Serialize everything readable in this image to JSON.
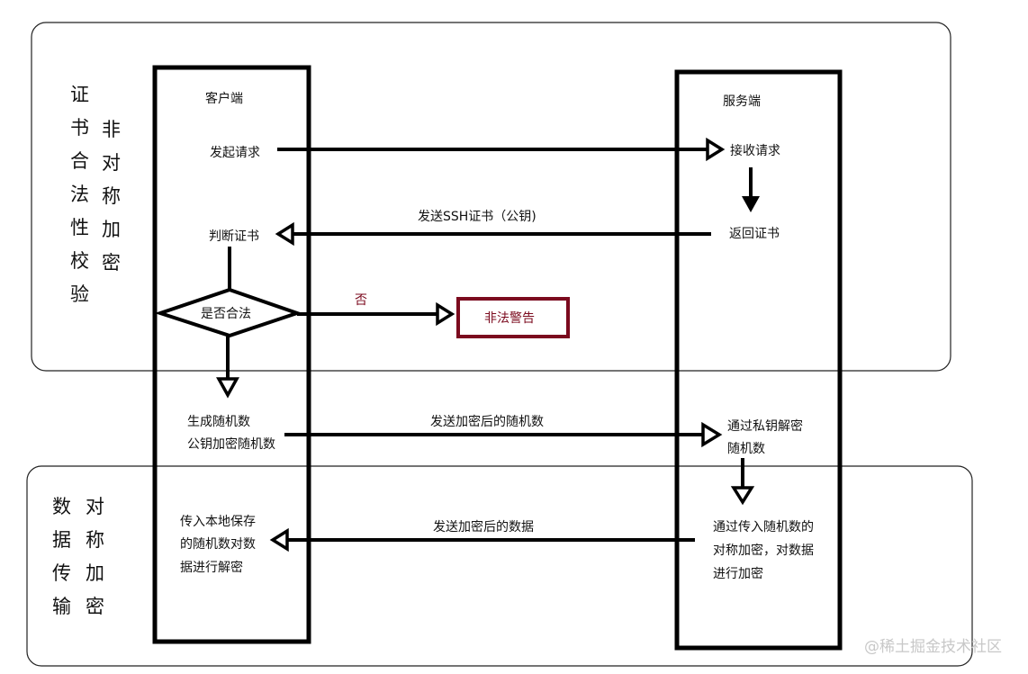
{
  "client": {
    "title": "客户端"
  },
  "server": {
    "title": "服务端"
  },
  "sections": {
    "cert_chars": [
      "证",
      "书",
      "合",
      "法",
      "性",
      "校",
      "验"
    ],
    "asym_chars": [
      "非",
      "对",
      "称",
      "加",
      "密"
    ],
    "data_chars": [
      "数",
      "据",
      "传",
      "输"
    ],
    "sym_chars": [
      "对",
      "称",
      "加",
      "密"
    ]
  },
  "client_steps": {
    "send_request": "发起请求",
    "judge_cert": "判断证书",
    "decision": "是否合法",
    "gen_random_1": "生成随机数",
    "gen_random_2": "公钥加密随机数",
    "decrypt_1": "传入本地保存",
    "decrypt_2": "的随机数对数",
    "decrypt_3": "据进行解密"
  },
  "server_steps": {
    "receive_request": "接收请求",
    "return_cert": "返回证书",
    "private_decrypt_1": "通过私钥解密",
    "private_decrypt_2": "随机数",
    "encrypt_1": "通过传入随机数的",
    "encrypt_2": "对称加密，对数据",
    "encrypt_3": "进行加密"
  },
  "messages": {
    "send_cert": "发送SSH证书（公钥)",
    "no": "否",
    "send_encrypted_random": "发送加密后的随机数",
    "send_encrypted_data": "发送加密后的数据"
  },
  "warning": {
    "label": "非法警告",
    "color": "#7b0a1e"
  },
  "watermark": "@稀土掘金技术社区"
}
